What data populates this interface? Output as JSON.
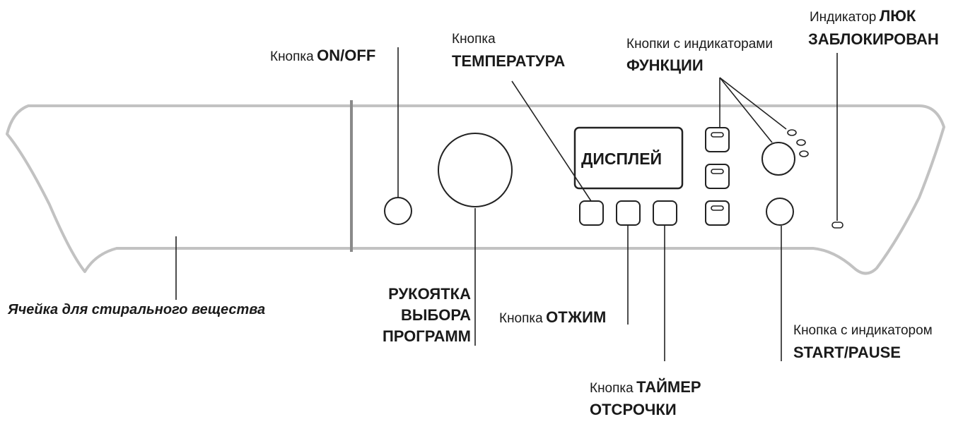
{
  "labels": {
    "on_off": {
      "prefix": "Кнопка",
      "bold": "ON/OFF"
    },
    "temperature": {
      "prefix": "Кнопка",
      "bold": "ТЕМПЕРАТУРА"
    },
    "functions": {
      "prefix": "Кнопки с индикаторами",
      "bold": "ФУНКЦИИ"
    },
    "door_lock": {
      "prefix": "Индикатор",
      "bold1": "ЛЮК",
      "bold2": "ЗАБЛОКИРОВАН"
    },
    "detergent": "Ячейка для стирального вещества",
    "program_knob": {
      "line1": "РУКОЯТКА",
      "line2": "ВЫБОРА",
      "line3": "ПРОГРАММ"
    },
    "spin": {
      "prefix": "Кнопка",
      "bold": "ОТЖИМ"
    },
    "delay_timer": {
      "prefix": "Кнопка",
      "bold1": "ТАЙМЕР",
      "bold2": "ОТСРОЧКИ"
    },
    "start_pause": {
      "prefix": "Кнопка с индикатором",
      "bold": "START/PAUSE"
    }
  },
  "display_text": "ДИСПЛЕЙ",
  "colors": {
    "panel_outline": "#c2c2c2",
    "part_outline": "#222222",
    "leader_line": "#222222"
  }
}
